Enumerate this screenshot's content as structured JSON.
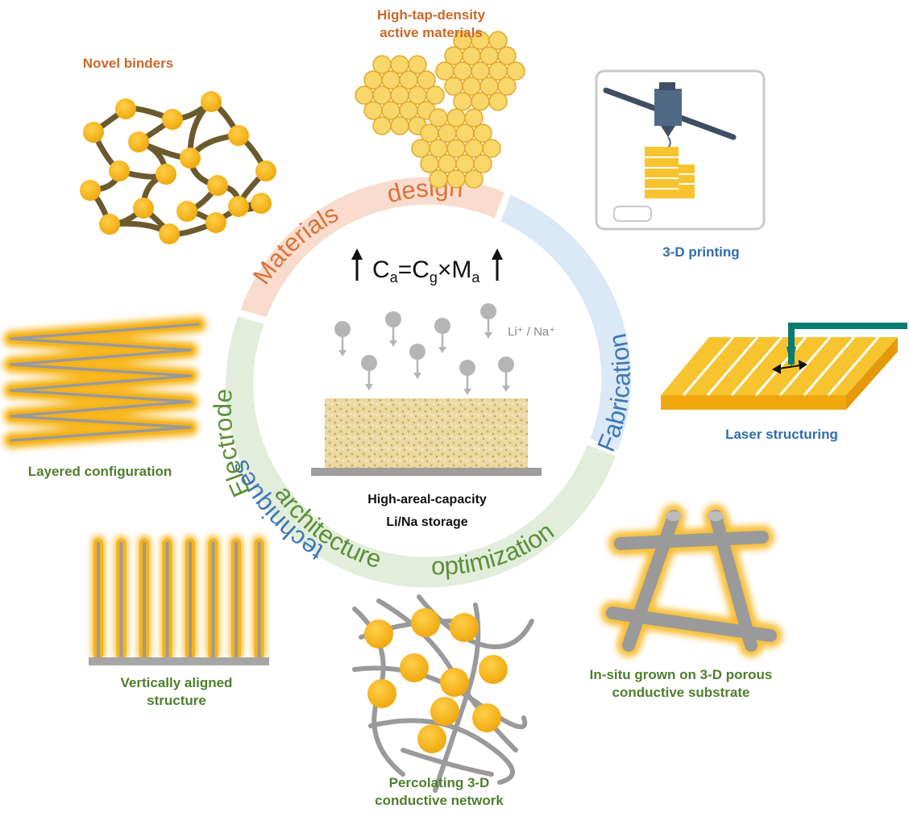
{
  "ring": {
    "materials": "Materials",
    "design": "design",
    "fabrication": "Fabrication",
    "techniques": "techniques",
    "electrode": "Electrode",
    "architecture": "architecture",
    "optimization": "optimization"
  },
  "center": {
    "ion_label": "Li⁺ / Na⁺",
    "caption_line1": "High-areal-capacity",
    "caption_line2": "Li/Na storage",
    "equation": {
      "c": "C",
      "a_sub": "a",
      "equals": "=",
      "g_sub": "g",
      "times": "×M",
      "a_sub2": "a"
    }
  },
  "labels": {
    "novel_binders": "Novel binders",
    "high_tap_line1": "High-tap-density",
    "high_tap_line2": "active materials",
    "printing_3d": "3-D printing",
    "laser": "Laser structuring",
    "layered": "Layered configuration",
    "vertical_line1": "Vertically aligned",
    "vertical_line2": "structure",
    "percolating_line1": "Percolating 3-D",
    "percolating_line2": "conductive network",
    "insitu_line1": "In-situ grown on 3-D porous",
    "insitu_line2": "conductive substrate"
  },
  "colors": {
    "orange_text": "#c9692a",
    "blue_text": "#2f6eaa",
    "green_text": "#4f7f2e",
    "gold": "#f6b31a",
    "gold_light": "#f7d66a",
    "ring_pink": "#f9dccd",
    "ring_blue": "#dbe8f5",
    "ring_green": "#e2eddb",
    "gray": "#a6a6a6",
    "teal": "#0c7c6e",
    "binder_brown": "#6b5a2e"
  }
}
